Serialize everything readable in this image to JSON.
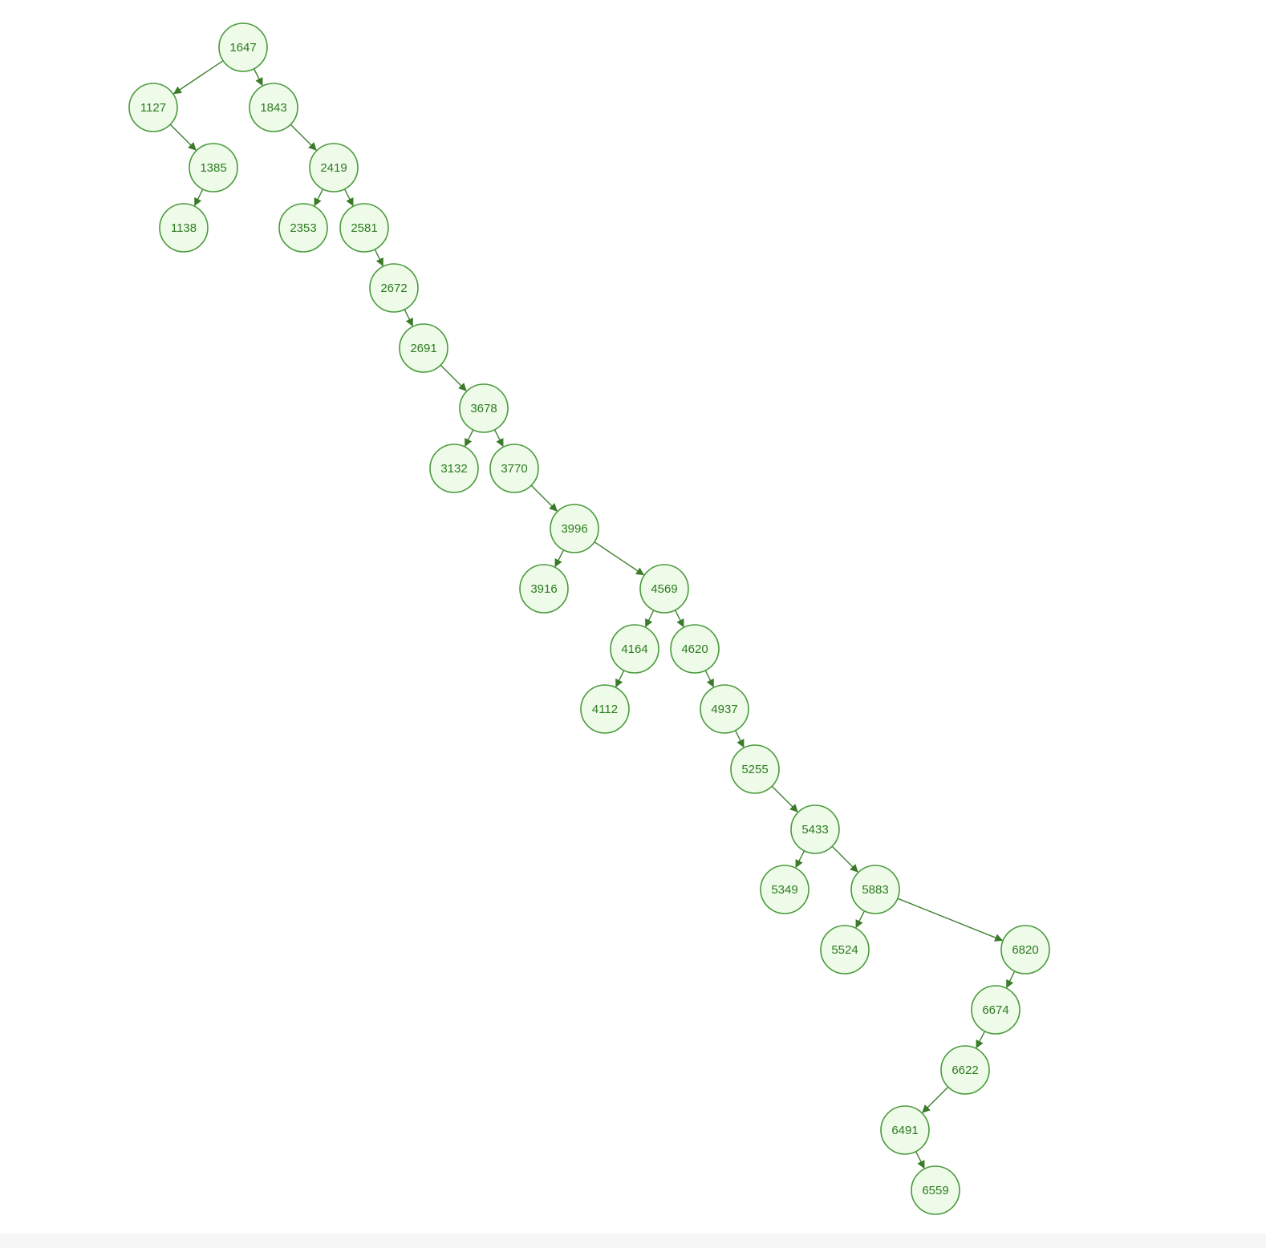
{
  "diagram": {
    "type": "binary-search-tree",
    "colors": {
      "node_fill": "#eefbe9",
      "node_stroke": "#4a9a3c",
      "label": "#2c7a1f",
      "edge": "#3f8030",
      "arrow": "#3a7a28"
    },
    "nodes": [
      {
        "id": "1647",
        "label": "1647"
      },
      {
        "id": "1127",
        "label": "1127"
      },
      {
        "id": "1843",
        "label": "1843"
      },
      {
        "id": "1385",
        "label": "1385"
      },
      {
        "id": "2419",
        "label": "2419"
      },
      {
        "id": "1138",
        "label": "1138"
      },
      {
        "id": "2353",
        "label": "2353"
      },
      {
        "id": "2581",
        "label": "2581"
      },
      {
        "id": "2672",
        "label": "2672"
      },
      {
        "id": "2691",
        "label": "2691"
      },
      {
        "id": "3678",
        "label": "3678"
      },
      {
        "id": "3132",
        "label": "3132"
      },
      {
        "id": "3770",
        "label": "3770"
      },
      {
        "id": "3996",
        "label": "3996"
      },
      {
        "id": "3916",
        "label": "3916"
      },
      {
        "id": "4569",
        "label": "4569"
      },
      {
        "id": "4164",
        "label": "4164"
      },
      {
        "id": "4620",
        "label": "4620"
      },
      {
        "id": "4112",
        "label": "4112"
      },
      {
        "id": "4937",
        "label": "4937"
      },
      {
        "id": "5255",
        "label": "5255"
      },
      {
        "id": "5433",
        "label": "5433"
      },
      {
        "id": "5349",
        "label": "5349"
      },
      {
        "id": "5883",
        "label": "5883"
      },
      {
        "id": "5524",
        "label": "5524"
      },
      {
        "id": "6820",
        "label": "6820"
      },
      {
        "id": "6674",
        "label": "6674"
      },
      {
        "id": "6622",
        "label": "6622"
      },
      {
        "id": "6491",
        "label": "6491"
      },
      {
        "id": "6559",
        "label": "6559"
      }
    ],
    "edges": [
      {
        "from": "1647",
        "to": "1127"
      },
      {
        "from": "1647",
        "to": "1843"
      },
      {
        "from": "1127",
        "to": "1385"
      },
      {
        "from": "1385",
        "to": "1138"
      },
      {
        "from": "1843",
        "to": "2419"
      },
      {
        "from": "2419",
        "to": "2353"
      },
      {
        "from": "2419",
        "to": "2581"
      },
      {
        "from": "2581",
        "to": "2672"
      },
      {
        "from": "2672",
        "to": "2691"
      },
      {
        "from": "2691",
        "to": "3678"
      },
      {
        "from": "3678",
        "to": "3132"
      },
      {
        "from": "3678",
        "to": "3770"
      },
      {
        "from": "3770",
        "to": "3996"
      },
      {
        "from": "3996",
        "to": "3916"
      },
      {
        "from": "3996",
        "to": "4569"
      },
      {
        "from": "4569",
        "to": "4164"
      },
      {
        "from": "4569",
        "to": "4620"
      },
      {
        "from": "4164",
        "to": "4112"
      },
      {
        "from": "4620",
        "to": "4937"
      },
      {
        "from": "4937",
        "to": "5255"
      },
      {
        "from": "5255",
        "to": "5433"
      },
      {
        "from": "5433",
        "to": "5349"
      },
      {
        "from": "5433",
        "to": "5883"
      },
      {
        "from": "5883",
        "to": "5524"
      },
      {
        "from": "5883",
        "to": "6820"
      },
      {
        "from": "6820",
        "to": "6674"
      },
      {
        "from": "6674",
        "to": "6622"
      },
      {
        "from": "6622",
        "to": "6491"
      },
      {
        "from": "6491",
        "to": "6559"
      }
    ]
  }
}
